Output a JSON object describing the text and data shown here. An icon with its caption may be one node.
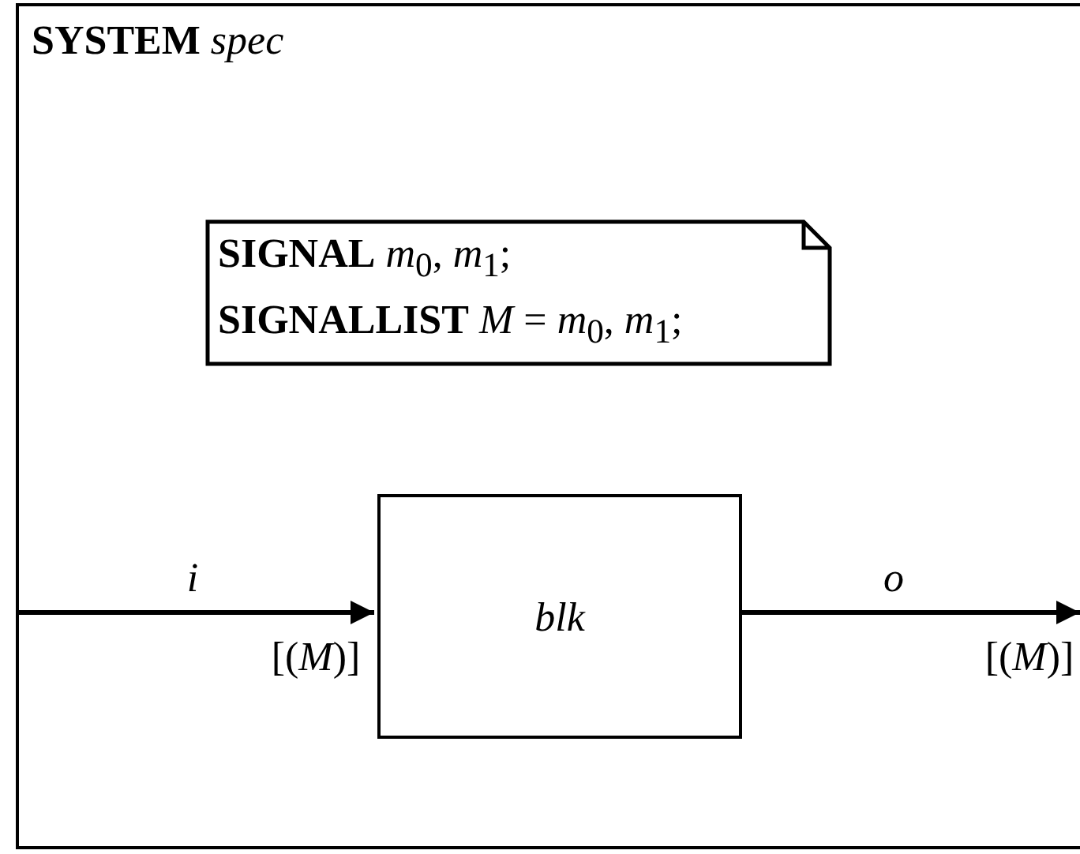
{
  "diagram": {
    "nodes": [
      {
        "text": [
          "**SYSTEM** *spec*"
        ]
      },
      {
        "text": [
          "**SIGNAL** *m*$_{0}$, *m*$_{1}$;",
          "**SIGNALLIST** *M* = *m*$_{0}$, *m*$_{1}$;"
        ],
        "in": 0
      },
      {
        "text": [
          "*blk*"
        ],
        "in": 0
      }
    ],
    "edges": [
      {
        "from": null,
        "to": 2,
        "arrow": "to",
        "label": "*i*"
      },
      {
        "from": 2,
        "to": null,
        "arrow": "to",
        "label": "*o*"
      }
    ],
    "labels": [
      "[(*M*)]",
      "[(*M*)]"
    ]
  }
}
